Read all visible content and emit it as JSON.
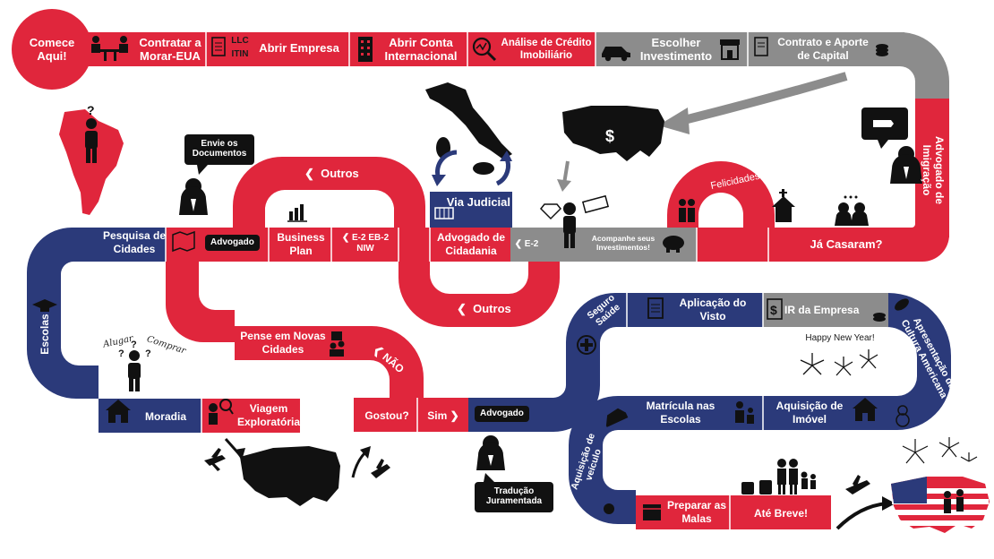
{
  "start": "Comece Aqui!",
  "row1": {
    "contratar": "Contratar a Morar-EUA",
    "abrir_empresa": "Abrir Empresa",
    "llc": "LLC",
    "itin": "ITIN",
    "abrir_conta": "Abrir Conta Internacional",
    "analise": "Análise de Crédito Imobiliário",
    "escolher": "Escolher Investimento",
    "contrato": "Contrato e Aporte de Capital"
  },
  "right_column": {
    "advogado_imigracao": "Advogado de Imigração"
  },
  "row2": {
    "pesquisa": "Pesquisa de Cidades",
    "advogado": "Advogado",
    "business_plan": "Business Plan",
    "e2_eb2": "E-2 EB-2 NIW",
    "advogado_cidadania": "Advogado de Cidadania",
    "e2": "E-2",
    "acompanhe": "Acompanhe seus Investimentos!",
    "ja_casaram": "Já Casaram?",
    "via_judicial": "Via Judicial",
    "outros_top": "Outros",
    "outros_mid": "Outros",
    "felicidades": "Felicidades!"
  },
  "left_column": {
    "escolas": "Escolas"
  },
  "row3": {
    "pense": "Pense em Novas Cidades",
    "nao": "NÃO",
    "seguro": "Seguro Saúde",
    "aplicacao": "Aplicação do Visto",
    "ir": "IR da Empresa",
    "apresentacao": "Apresentação da Cultura Americana",
    "happy": "Happy New Year!"
  },
  "row4": {
    "moradia": "Moradia",
    "viagem": "Viagem Exploratória",
    "gostou": "Gostou?",
    "sim": "Sim",
    "advogado": "Advogado",
    "matricula": "Matrícula nas Escolas",
    "aquisicao_imovel": "Aquisição de Imóvel",
    "aquisicao_veiculo": "Aquisição de veículo"
  },
  "row5": {
    "preparar": "Preparar as Malas",
    "ate_breve": "Até Breve!"
  },
  "bubbles": {
    "envie": "Envie os Documentos",
    "traducao": "Tradução Juramentada",
    "alugar": "Alugar",
    "comprar": "Comprar"
  },
  "colors": {
    "red": "#e0263c",
    "navy": "#2b3a7a",
    "gray": "#8c8c8c",
    "black": "#111111"
  }
}
